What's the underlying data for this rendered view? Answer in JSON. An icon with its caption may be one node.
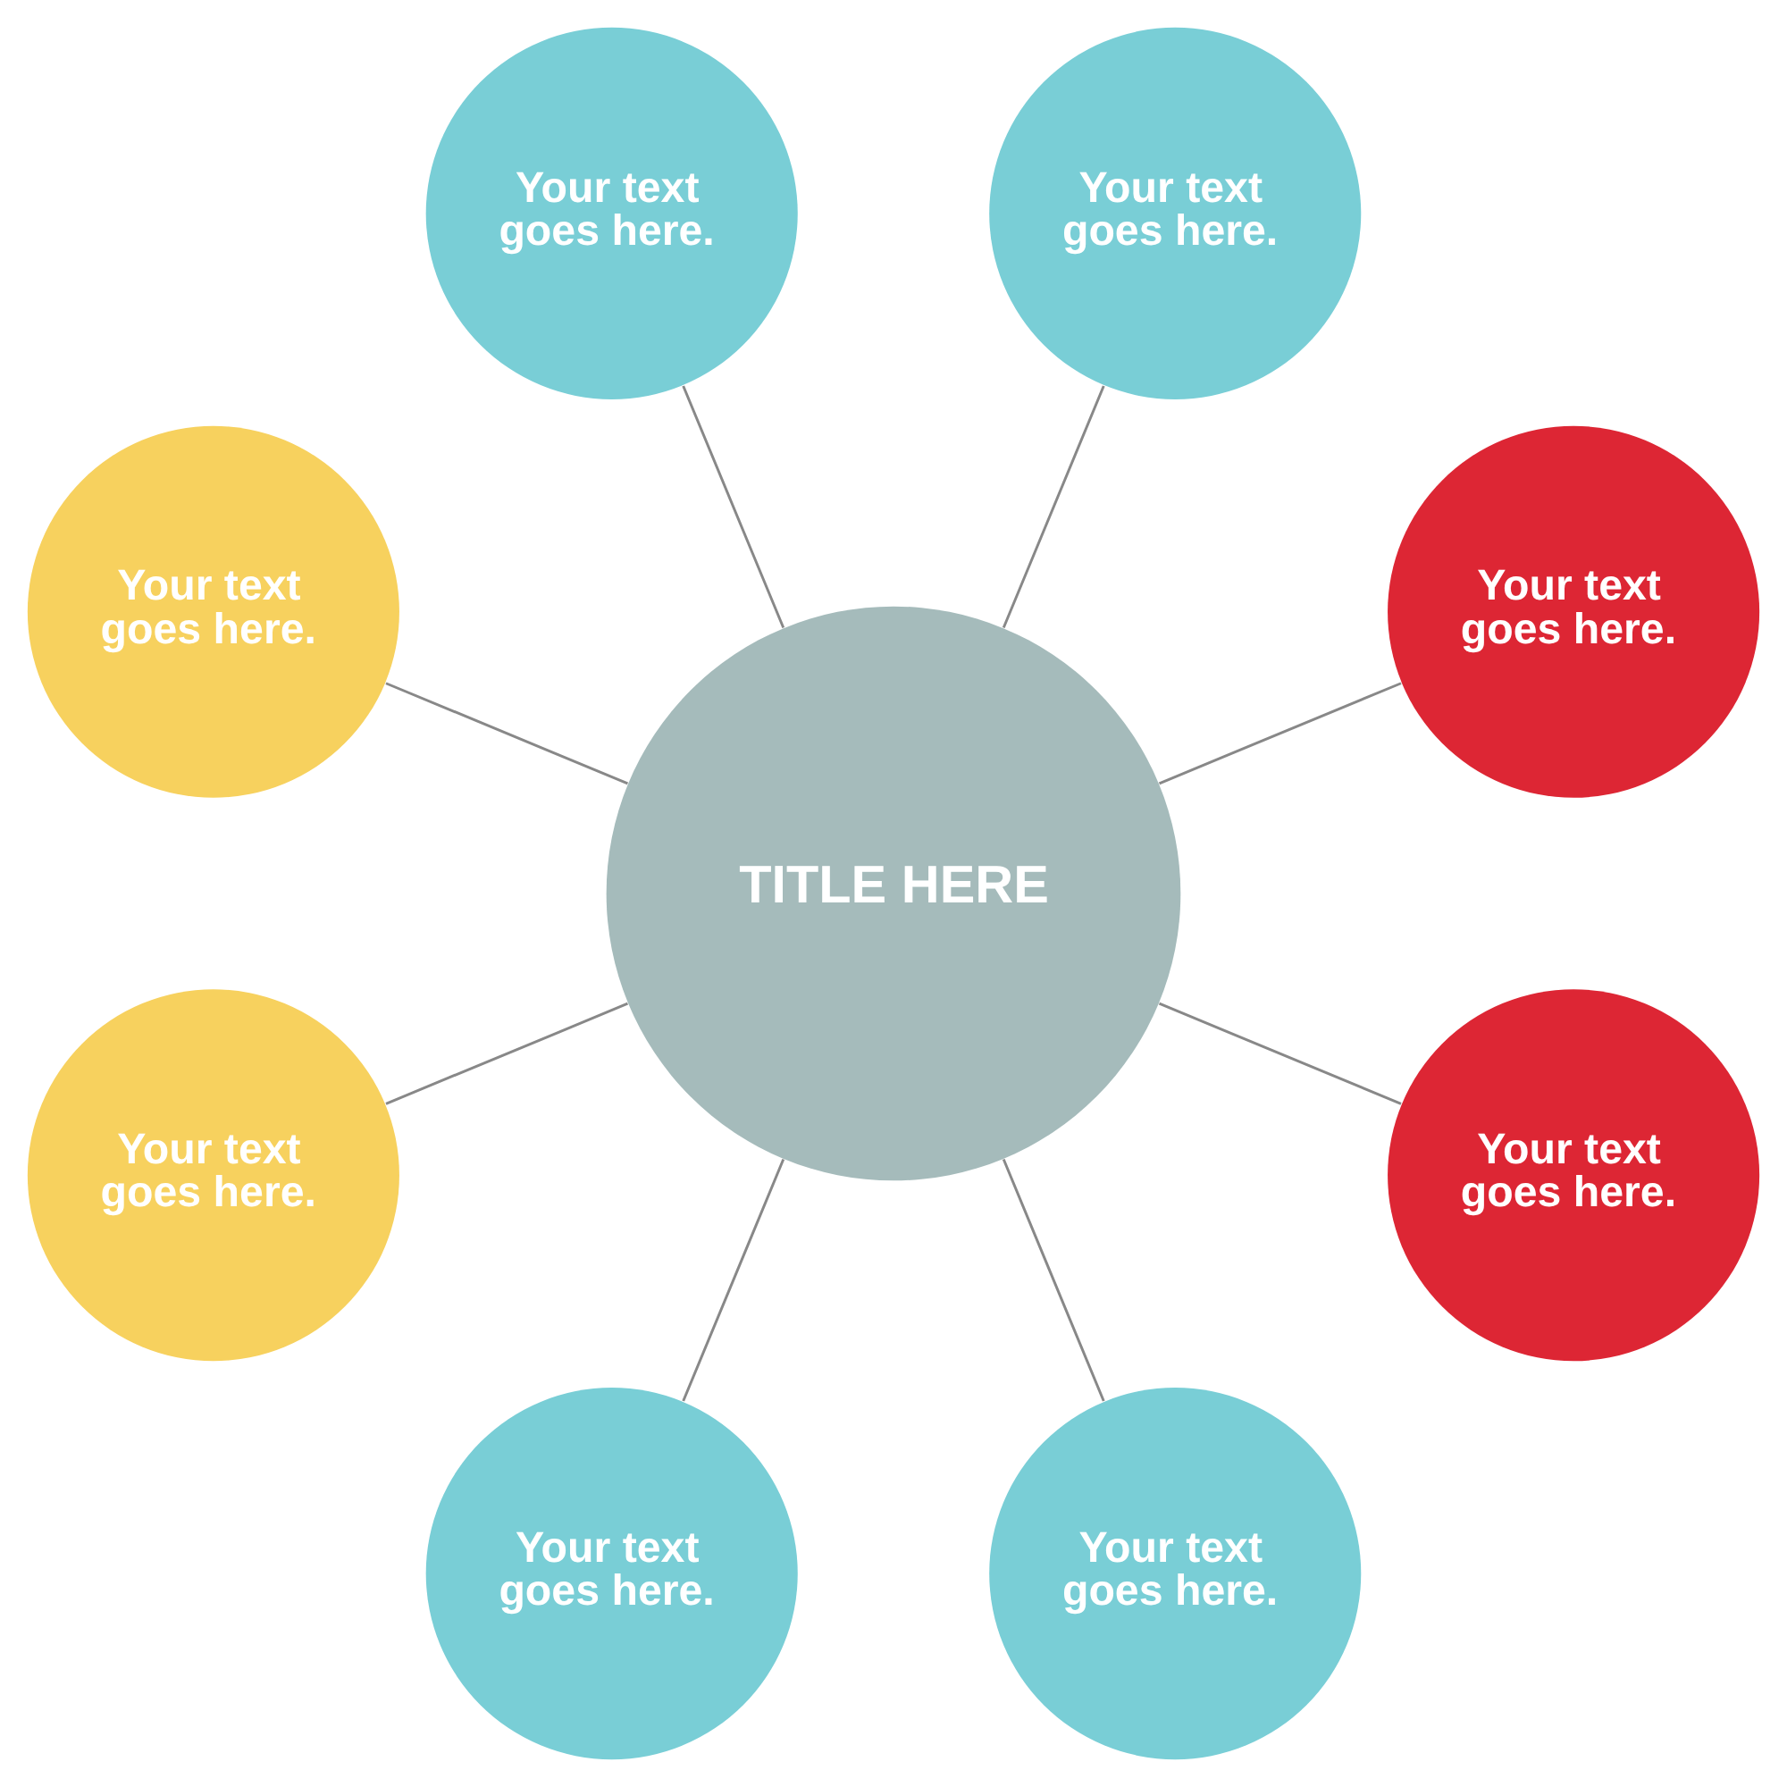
{
  "diagram": {
    "nodes": [
      {
        "text": [
          "Your text goes here."
        ]
      },
      {
        "text": [
          "Your text goes here."
        ]
      },
      {
        "text": [
          "Your text goes here."
        ]
      },
      {
        "text": [
          "Your text goes here."
        ]
      },
      {
        "text": [
          "TITLE HERE"
        ]
      },
      {
        "text": [
          "Your text goes here."
        ]
      },
      {
        "text": [
          "Your text goes here."
        ]
      },
      {
        "text": [
          "Your text goes here."
        ]
      },
      {
        "text": [
          "Your text goes here."
        ]
      }
    ],
    "edges": [
      {
        "from": 4,
        "to": 0,
        "arrow": "none"
      },
      {
        "from": 4,
        "to": 2,
        "arrow": "none"
      },
      {
        "from": 4,
        "to": 5,
        "arrow": "none"
      },
      {
        "from": 4,
        "to": 7,
        "arrow": "none"
      },
      {
        "from": 4,
        "to": 8,
        "arrow": "none"
      },
      {
        "from": 4,
        "to": 6,
        "arrow": "none"
      },
      {
        "from": 4,
        "to": 3,
        "arrow": "none"
      },
      {
        "from": 4,
        "to": 1,
        "arrow": "none"
      }
    ]
  }
}
